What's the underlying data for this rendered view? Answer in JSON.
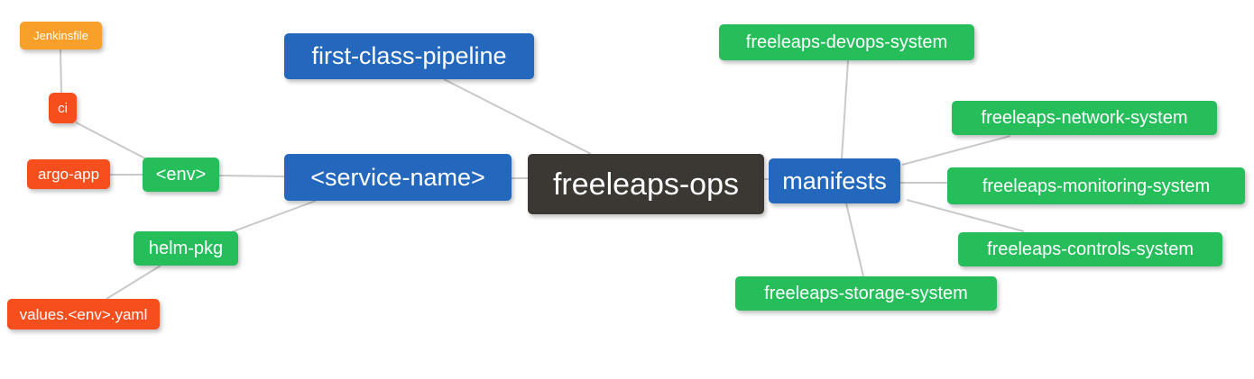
{
  "palette": {
    "blue": "#2468BD",
    "green": "#25BE5B",
    "orange": "#F8A029",
    "red": "#F74E1E",
    "dark": "#3B3733",
    "edge": "#C9C9C9",
    "text": "#FFFFFF",
    "background": "#FFFFFF"
  },
  "mindmap": {
    "root": "freeleaps-ops",
    "nodes": [
      {
        "id": "jenkinsfile",
        "label": "Jenkinsfile",
        "color": "orange"
      },
      {
        "id": "ci",
        "label": "ci",
        "color": "red"
      },
      {
        "id": "argo-app",
        "label": "argo-app",
        "color": "red"
      },
      {
        "id": "env",
        "label": "<env>",
        "color": "green"
      },
      {
        "id": "helm-pkg",
        "label": "helm-pkg",
        "color": "green"
      },
      {
        "id": "values-env-yaml",
        "label": "values.<env>.yaml",
        "color": "red"
      },
      {
        "id": "first-class-pipeline",
        "label": "first-class-pipeline",
        "color": "blue"
      },
      {
        "id": "service-name",
        "label": "<service-name>",
        "color": "blue"
      },
      {
        "id": "freeleaps-ops",
        "label": "freeleaps-ops",
        "color": "dark"
      },
      {
        "id": "manifests",
        "label": "manifests",
        "color": "blue"
      },
      {
        "id": "freeleaps-devops-system",
        "label": "freeleaps-devops-system",
        "color": "green"
      },
      {
        "id": "freeleaps-network-system",
        "label": "freeleaps-network-system",
        "color": "green"
      },
      {
        "id": "freeleaps-monitoring-system",
        "label": "freeleaps-monitoring-system",
        "color": "green"
      },
      {
        "id": "freeleaps-controls-system",
        "label": "freeleaps-controls-system",
        "color": "green"
      },
      {
        "id": "freeleaps-storage-system",
        "label": "freeleaps-storage-system",
        "color": "green"
      }
    ],
    "edges": [
      {
        "from": "jenkinsfile",
        "to": "ci"
      },
      {
        "from": "ci",
        "to": "env"
      },
      {
        "from": "argo-app",
        "to": "env"
      },
      {
        "from": "env",
        "to": "service-name"
      },
      {
        "from": "helm-pkg",
        "to": "service-name"
      },
      {
        "from": "values-env-yaml",
        "to": "helm-pkg"
      },
      {
        "from": "service-name",
        "to": "freeleaps-ops"
      },
      {
        "from": "first-class-pipeline",
        "to": "freeleaps-ops"
      },
      {
        "from": "freeleaps-ops",
        "to": "manifests"
      },
      {
        "from": "manifests",
        "to": "freeleaps-devops-system"
      },
      {
        "from": "manifests",
        "to": "freeleaps-network-system"
      },
      {
        "from": "manifests",
        "to": "freeleaps-monitoring-system"
      },
      {
        "from": "manifests",
        "to": "freeleaps-controls-system"
      },
      {
        "from": "manifests",
        "to": "freeleaps-storage-system"
      }
    ]
  }
}
